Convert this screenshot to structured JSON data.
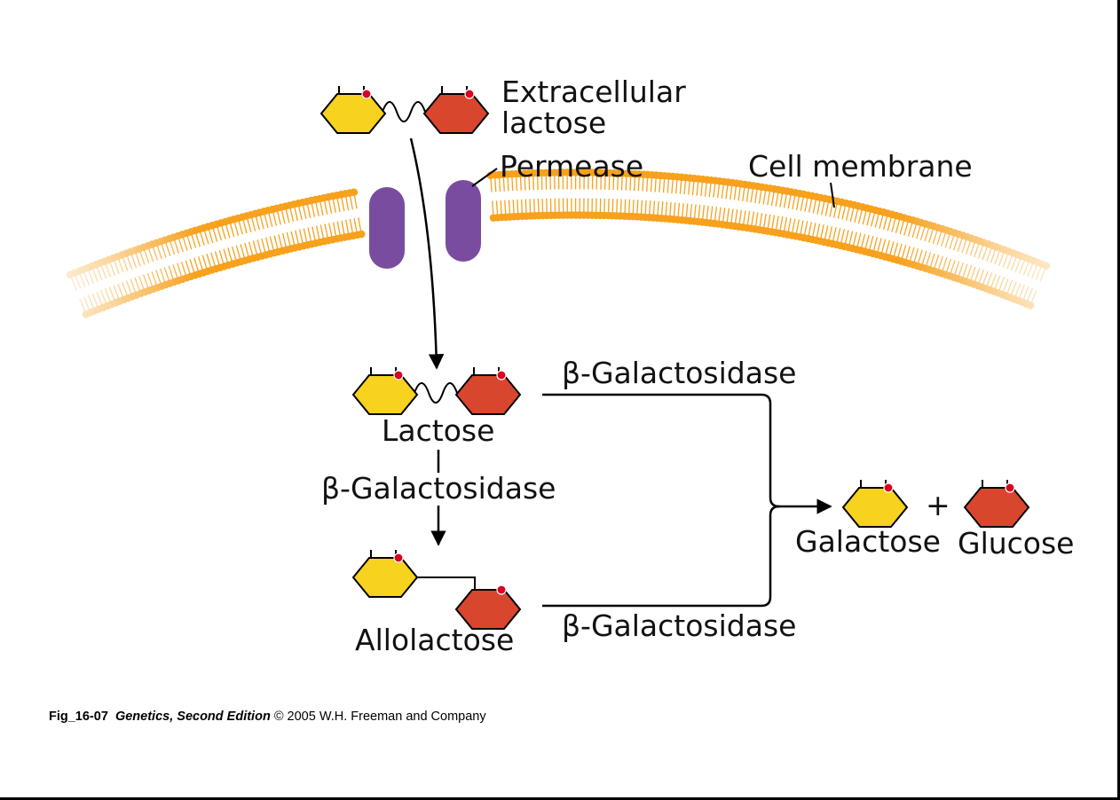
{
  "labels": {
    "extracellular_line1": "Extracellular",
    "extracellular_line2": "lactose",
    "permease": "Permease",
    "cell_membrane": "Cell membrane",
    "lactose": "Lactose",
    "allolactose": "Allolactose",
    "enzyme_top": "β-Galactosidase",
    "enzyme_middle": "β-Galactosidase",
    "enzyme_bottom": "β-Galactosidase",
    "galactose": "Galactose",
    "glucose": "Glucose",
    "plus": "+"
  },
  "caption": {
    "fig_id": "Fig_16-07",
    "book": "Genetics, Second Edition",
    "rest": "© 2005 W.H. Freeman and Company"
  },
  "colors": {
    "galactose_fill": "#f7d21e",
    "glucose_fill": "#d9462e",
    "marker_dot": "#d8001e",
    "membrane_orange": "#f7a11d",
    "permease": "#7a4ca0",
    "line": "#000000"
  }
}
